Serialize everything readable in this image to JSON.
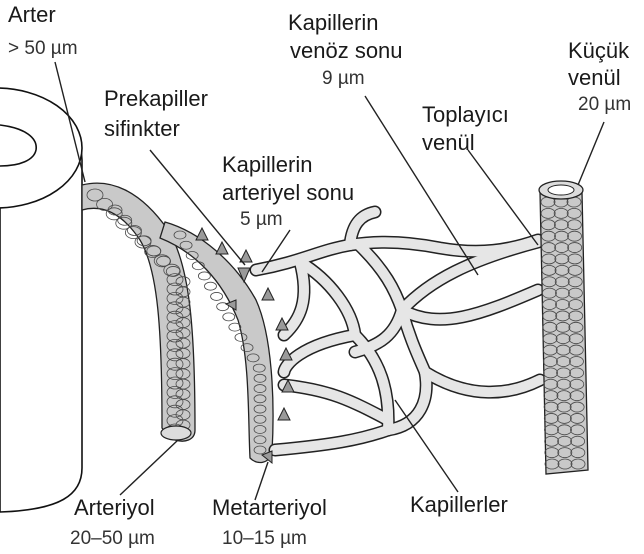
{
  "labels": {
    "arter": {
      "name": "Arter",
      "size": "> 50 µm"
    },
    "prekapiller_sfinkter": {
      "line1": "Prekapiller",
      "line2": "sifinkter"
    },
    "kapillerin_arteriyel_sonu": {
      "line1": "Kapillerin",
      "line2": "arteriyel sonu",
      "size": "5 µm"
    },
    "kapillerin_venoz_sonu": {
      "line1": "Kapillerin",
      "line2": "venöz sonu",
      "size": "9 µm"
    },
    "toplayici_venul": {
      "line1": "Toplayıcı",
      "line2": "venül"
    },
    "kucuk_venul": {
      "line1": "Küçük",
      "line2": "venül",
      "size": "20 µm"
    },
    "arteriyol": {
      "name": "Arteriyol",
      "size": "20–50 µm"
    },
    "metarteriyol": {
      "name": "Metarteriyol",
      "size": "10–15 µm"
    },
    "kapillerler": {
      "name": "Kapillerler"
    }
  },
  "colors": {
    "vessel": "#c9c9c9",
    "capillary": "#e6e6e6",
    "outline": "#222222"
  }
}
